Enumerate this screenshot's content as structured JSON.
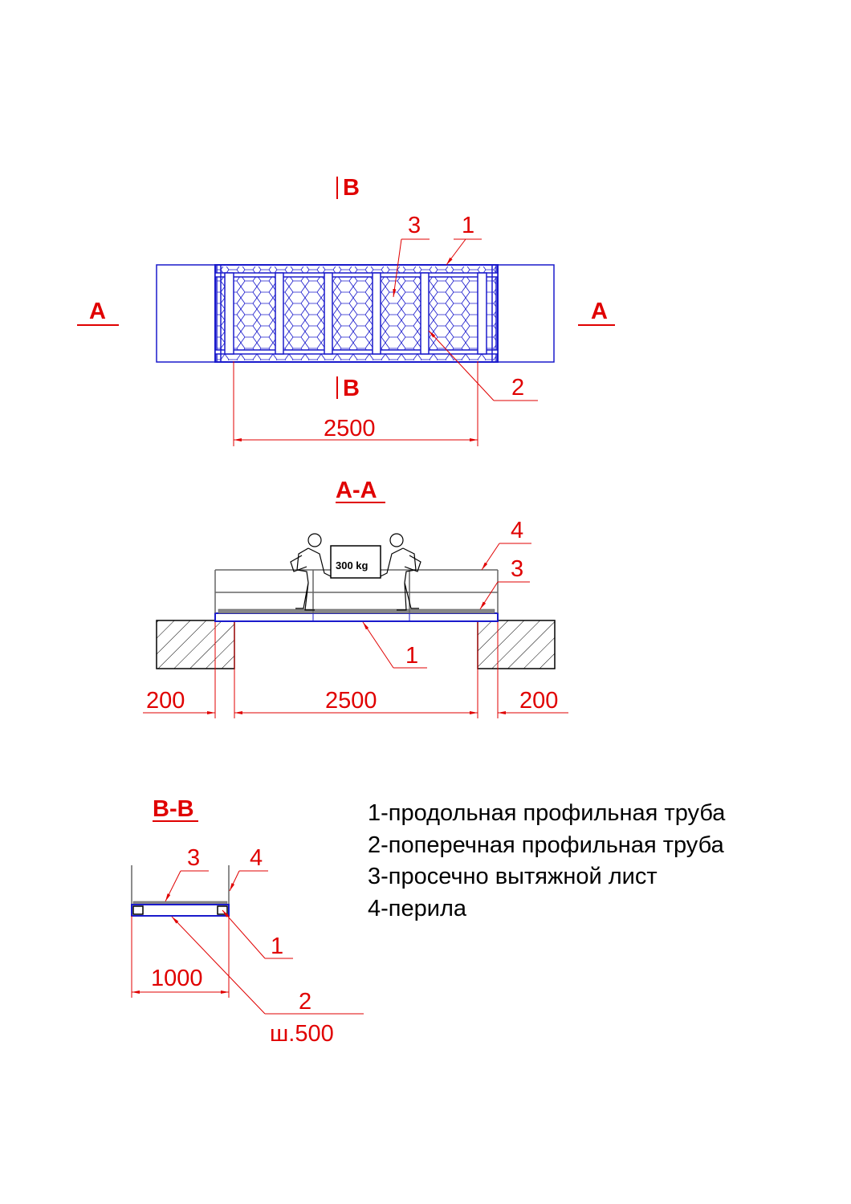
{
  "plan": {
    "section_mark_a_left": "A",
    "section_mark_a_right": "A",
    "section_mark_b_top": "B",
    "section_mark_b_bottom": "B",
    "callout_1": "1",
    "callout_2": "2",
    "callout_3": "3",
    "dim_length": "2500"
  },
  "section_aa": {
    "title": "A-A",
    "load_label": "300 kg",
    "callout_1": "1",
    "callout_3": "3",
    "callout_4": "4",
    "dim_left": "200",
    "dim_span": "2500",
    "dim_right": "200"
  },
  "section_bb": {
    "title": "B-B",
    "callout_1": "1",
    "callout_2": "2",
    "callout_3": "3",
    "callout_4": "4",
    "dim_width": "1000",
    "pitch_note": "ш.500"
  },
  "legend": {
    "items": [
      "1-продольная профильная труба",
      "2-поперечная профильная труба",
      "3-просечно вытяжной лист",
      "4-перила"
    ]
  },
  "colors": {
    "annotation": "#e00000",
    "structure": "#1a1acc",
    "outline": "#000000"
  }
}
